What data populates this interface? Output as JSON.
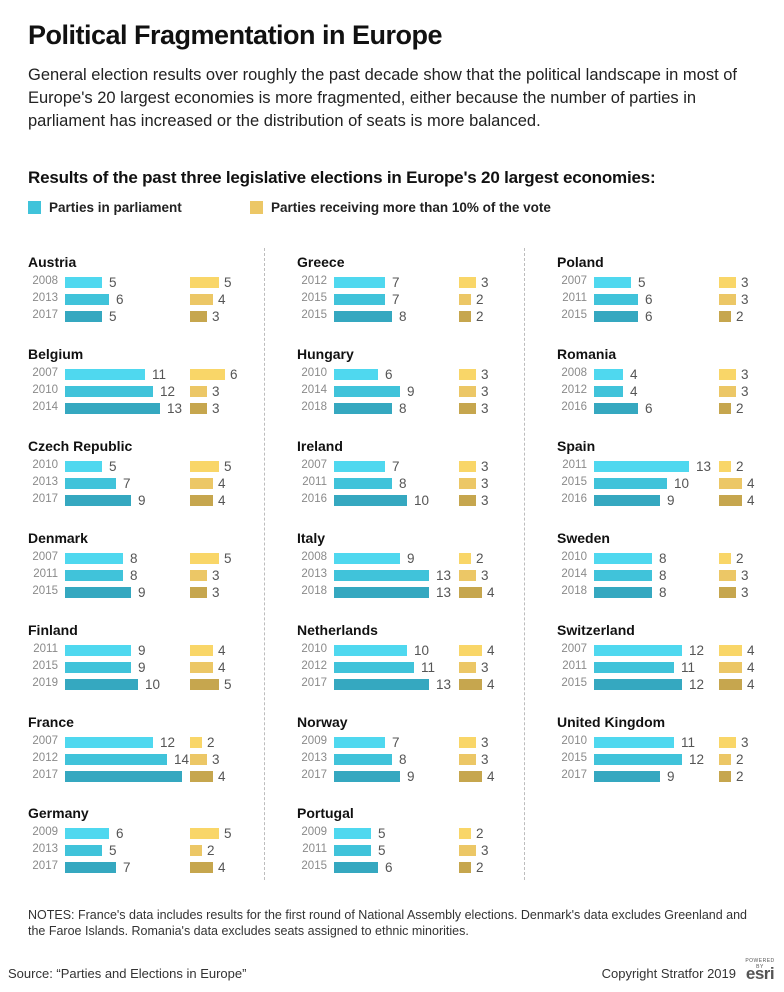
{
  "title": "Political Fragmentation in Europe",
  "subtitle": "General election results over roughly the past decade show that the political landscape in most of Europe's 20 largest economies is more fragmented, either because the number of parties in parliament has increased or the distribution of seats is more balanced.",
  "section_title": "Results of the past three legislative elections in Europe's 20 largest economies:",
  "legend": {
    "parties": "Parties in parliament",
    "vote": "Parties receiving more than 10% of the vote"
  },
  "colors": {
    "parties": [
      "#4fd8ef",
      "#40c3da",
      "#35a8c0"
    ],
    "vote": [
      "#f9d668",
      "#ecc766",
      "#c6a64e"
    ],
    "legend_parties": "#40c3da",
    "legend_vote": "#ecc766"
  },
  "chart_data": {
    "type": "bar",
    "title": "Results of the past three legislative elections in Europe's 20 largest economies:",
    "series_names": [
      "Parties in parliament",
      "Parties receiving more than 10% of the vote"
    ],
    "grid": false,
    "legend_position": "top-left",
    "countries": [
      {
        "name": "Austria",
        "years": [
          "2008",
          "2013",
          "2017"
        ],
        "parties": [
          5,
          6,
          5
        ],
        "vote": [
          5,
          4,
          3
        ]
      },
      {
        "name": "Belgium",
        "years": [
          "2007",
          "2010",
          "2014"
        ],
        "parties": [
          11,
          12,
          13
        ],
        "vote": [
          6,
          3,
          3
        ]
      },
      {
        "name": "Czech Republic",
        "years": [
          "2010",
          "2013",
          "2017"
        ],
        "parties": [
          5,
          7,
          9
        ],
        "vote": [
          5,
          4,
          4
        ]
      },
      {
        "name": "Denmark",
        "years": [
          "2007",
          "2011",
          "2015"
        ],
        "parties": [
          8,
          8,
          9
        ],
        "vote": [
          5,
          3,
          3
        ]
      },
      {
        "name": "Finland",
        "years": [
          "2011",
          "2015",
          "2019"
        ],
        "parties": [
          9,
          9,
          10
        ],
        "vote": [
          4,
          4,
          5
        ]
      },
      {
        "name": "France",
        "years": [
          "2007",
          "2012",
          "2017"
        ],
        "parties": [
          12,
          14,
          16
        ],
        "vote": [
          2,
          3,
          4
        ]
      },
      {
        "name": "Germany",
        "years": [
          "2009",
          "2013",
          "2017"
        ],
        "parties": [
          6,
          5,
          7
        ],
        "vote": [
          5,
          2,
          4
        ]
      },
      {
        "name": "Greece",
        "years": [
          "2012",
          "2015",
          "2015"
        ],
        "parties": [
          7,
          7,
          8
        ],
        "vote": [
          3,
          2,
          2
        ]
      },
      {
        "name": "Hungary",
        "years": [
          "2010",
          "2014",
          "2018"
        ],
        "parties": [
          6,
          9,
          8
        ],
        "vote": [
          3,
          3,
          3
        ]
      },
      {
        "name": "Ireland",
        "years": [
          "2007",
          "2011",
          "2016"
        ],
        "parties": [
          7,
          8,
          10
        ],
        "vote": [
          3,
          3,
          3
        ]
      },
      {
        "name": "Italy",
        "years": [
          "2008",
          "2013",
          "2018"
        ],
        "parties": [
          9,
          13,
          13
        ],
        "vote": [
          2,
          3,
          4
        ]
      },
      {
        "name": "Netherlands",
        "years": [
          "2010",
          "2012",
          "2017"
        ],
        "parties": [
          10,
          11,
          13
        ],
        "vote": [
          4,
          3,
          4
        ]
      },
      {
        "name": "Norway",
        "years": [
          "2009",
          "2013",
          "2017"
        ],
        "parties": [
          7,
          8,
          9
        ],
        "vote": [
          3,
          3,
          4
        ]
      },
      {
        "name": "Portugal",
        "years": [
          "2009",
          "2011",
          "2015"
        ],
        "parties": [
          5,
          5,
          6
        ],
        "vote": [
          2,
          3,
          2
        ]
      },
      {
        "name": "Poland",
        "years": [
          "2007",
          "2011",
          "2015"
        ],
        "parties": [
          5,
          6,
          6
        ],
        "vote": [
          3,
          3,
          2
        ]
      },
      {
        "name": "Romania",
        "years": [
          "2008",
          "2012",
          "2016"
        ],
        "parties": [
          4,
          4,
          6
        ],
        "vote": [
          3,
          3,
          2
        ]
      },
      {
        "name": "Spain",
        "years": [
          "2011",
          "2015",
          "2016"
        ],
        "parties": [
          13,
          10,
          9
        ],
        "vote": [
          2,
          4,
          4
        ]
      },
      {
        "name": "Sweden",
        "years": [
          "2010",
          "2014",
          "2018"
        ],
        "parties": [
          8,
          8,
          8
        ],
        "vote": [
          2,
          3,
          3
        ]
      },
      {
        "name": "Switzerland",
        "years": [
          "2007",
          "2011",
          "2015"
        ],
        "parties": [
          12,
          11,
          12
        ],
        "vote": [
          4,
          4,
          4
        ]
      },
      {
        "name": "United Kingdom",
        "years": [
          "2010",
          "2015",
          "2017"
        ],
        "parties": [
          11,
          12,
          9
        ],
        "vote": [
          3,
          2,
          2
        ]
      }
    ]
  },
  "notes": "NOTES: France's data includes results for the first round of National Assembly elections. Denmark's data excludes Greenland and the Faroe Islands. Romania's data excludes seats assigned to ethnic minorities.",
  "source": "Source: “Parties and Elections in Europe”",
  "copyright": "Copyright Stratfor 2019",
  "esri": {
    "powered_by": "POWERED BY",
    "logo": "esri"
  }
}
